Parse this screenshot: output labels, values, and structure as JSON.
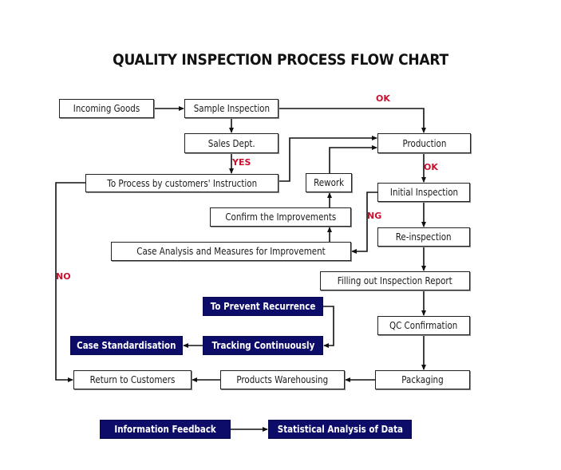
{
  "title": "QUALITY INSPECTION PROCESS FLOW CHART",
  "colors": {
    "accent_box": "#0d0c68",
    "condition_label": "#c8102e",
    "line": "#111111"
  },
  "nodes": {
    "incoming_goods": "Incoming Goods",
    "sample_inspection": "Sample Inspection",
    "sales_dept": "Sales Dept.",
    "to_process": "To Process by customers' Instruction",
    "production": "Production",
    "rework": "Rework",
    "initial_inspection": "Initial Inspection",
    "confirm_improvements": "Confirm the Improvements",
    "case_analysis": "Case Analysis and Measures for Improvement",
    "re_inspection": "Re-inspection",
    "filling_report": "Filling out Inspection Report",
    "prevent_recurrence": "To Prevent Recurrence",
    "qc_confirmation": "QC Confirmation",
    "case_standardisation": "Case Standardisation",
    "tracking_continuously": "Tracking Continuously",
    "return_to_customers": "Return to Customers",
    "products_warehousing": "Products Warehousing",
    "packaging": "Packaging",
    "information_feedback": "Information Feedback",
    "statistical_analysis": "Statistical Analysis of Data"
  },
  "edge_labels": {
    "ok_top": "OK",
    "ok_production": "OK",
    "yes": "YES",
    "ng": "NG",
    "no": "NO"
  },
  "edges": [
    {
      "from": "Incoming Goods",
      "to": "Sample Inspection"
    },
    {
      "from": "Sample Inspection",
      "to": "Production",
      "label": "OK"
    },
    {
      "from": "Sample Inspection",
      "to": "Sales Dept."
    },
    {
      "from": "Sales Dept.",
      "to": "To Process by customers' Instruction",
      "label": "YES"
    },
    {
      "from": "To Process by customers' Instruction",
      "to": "Production"
    },
    {
      "from": "To Process by customers' Instruction",
      "to": "Return to Customers",
      "label": "NO"
    },
    {
      "from": "Rework",
      "to": "Production"
    },
    {
      "from": "Production",
      "to": "Initial Inspection",
      "label": "OK"
    },
    {
      "from": "Initial Inspection",
      "to": "Case Analysis and Measures for Improvement",
      "label": "NG"
    },
    {
      "from": "Case Analysis and Measures for Improvement",
      "to": "Confirm the Improvements"
    },
    {
      "from": "Confirm the Improvements",
      "to": "Rework"
    },
    {
      "from": "Initial Inspection",
      "to": "Re-inspection"
    },
    {
      "from": "Re-inspection",
      "to": "Filling out Inspection Report"
    },
    {
      "from": "Filling out Inspection Report",
      "to": "QC Confirmation"
    },
    {
      "from": "QC Confirmation",
      "to": "Packaging"
    },
    {
      "from": "Packaging",
      "to": "Products Warehousing"
    },
    {
      "from": "Products Warehousing",
      "to": "Return to Customers"
    },
    {
      "from": "To Prevent Recurrence",
      "to": "Tracking Continuously"
    },
    {
      "from": "Tracking Continuously",
      "to": "Case Standardisation"
    },
    {
      "from": "Information Feedback",
      "to": "Statistical Analysis of Data"
    }
  ]
}
